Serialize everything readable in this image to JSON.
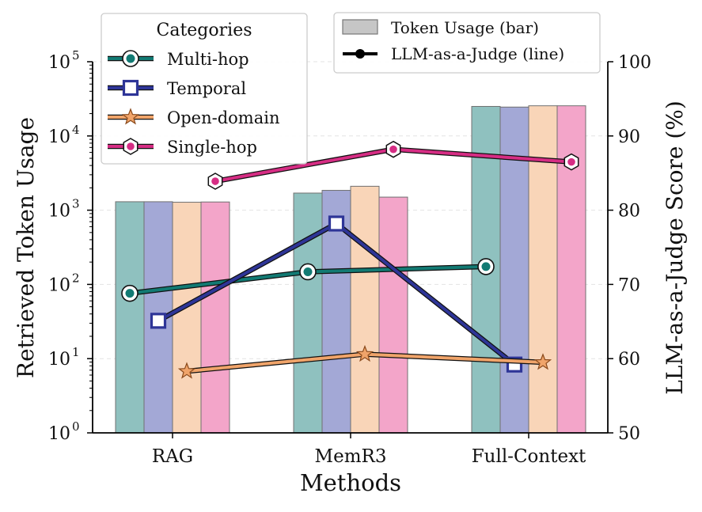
{
  "chart_data": {
    "type": "bar",
    "xlabel": "Methods",
    "ylabel_left": "Retrieved Token Usage",
    "ylabel_right": "LLM-as-a-Judge Score (%)",
    "left_scale": "log",
    "left_ylim": [
      1,
      100000
    ],
    "left_ticks": [
      {
        "value": 1,
        "base": "10",
        "exp": "0"
      },
      {
        "value": 10,
        "base": "10",
        "exp": "1"
      },
      {
        "value": 100,
        "base": "10",
        "exp": "2"
      },
      {
        "value": 1000,
        "base": "10",
        "exp": "3"
      },
      {
        "value": 10000,
        "base": "10",
        "exp": "4"
      },
      {
        "value": 100000,
        "base": "10",
        "exp": "5"
      }
    ],
    "right_ylim": [
      50,
      100
    ],
    "right_ticks": [
      "50",
      "60",
      "70",
      "80",
      "90",
      "100"
    ],
    "grid": true,
    "categories": [
      "RAG",
      "MemR3",
      "Full-Context"
    ],
    "series": [
      {
        "name": "Multi-hop",
        "color": "#127a73",
        "bar_color": "#8fc1bf",
        "marker": "circle",
        "token_usage": [
          1300,
          1700,
          25000
        ],
        "score": [
          68.8,
          71.7,
          72.4
        ]
      },
      {
        "name": "Temporal",
        "color": "#2e3597",
        "bar_color": "#a3a8d6",
        "marker": "square",
        "token_usage": [
          1300,
          1850,
          24500
        ],
        "score": [
          65.1,
          78.2,
          59.2
        ]
      },
      {
        "name": "Open-domain",
        "color": "#f0a46a",
        "bar_color": "#f9d5b8",
        "marker": "star",
        "token_usage": [
          1280,
          2100,
          25500
        ],
        "score": [
          58.3,
          60.6,
          59.5
        ]
      },
      {
        "name": "Single-hop",
        "color": "#d62d84",
        "bar_color": "#f3a5c9",
        "marker": "hexagon",
        "token_usage": [
          1290,
          1500,
          25500
        ],
        "score": [
          83.9,
          88.2,
          86.5
        ]
      }
    ],
    "legend_categories": {
      "title": "Categories",
      "position": "top-left"
    },
    "legend_types": {
      "position": "top-right",
      "items": [
        {
          "label": "Token Usage (bar)",
          "kind": "bar"
        },
        {
          "label": "LLM-as-a-Judge (line)",
          "kind": "line"
        }
      ]
    }
  }
}
